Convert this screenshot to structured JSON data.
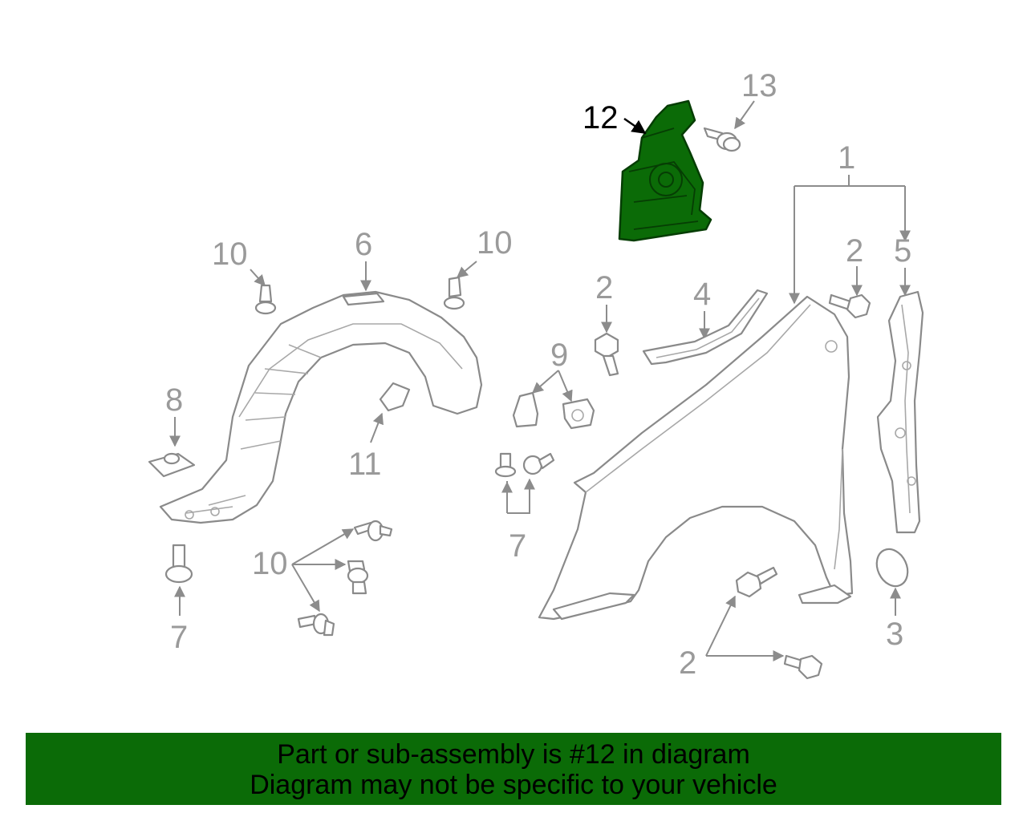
{
  "callouts": {
    "c1": "1",
    "c2a": "2",
    "c2b": "2",
    "c2c": "2",
    "c3": "3",
    "c4": "4",
    "c5": "5",
    "c6": "6",
    "c7a": "7",
    "c7b": "7",
    "c8": "8",
    "c9": "9",
    "c10a": "10",
    "c10b": "10",
    "c10c": "10",
    "c11": "11",
    "c12": "12",
    "c13": "13"
  },
  "highlight_color": "#0b6b07",
  "banner": {
    "line1": "Part or sub-assembly is #12 in diagram",
    "line2": "Diagram may not be specific to your vehicle"
  }
}
